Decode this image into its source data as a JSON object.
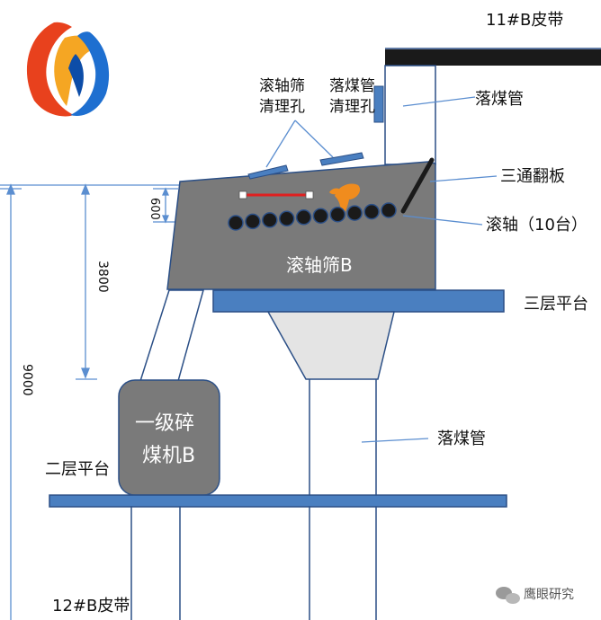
{
  "labels": {
    "belt_top": "11#B皮带",
    "chute_top": "落煤管",
    "cleanout_roller_line1": "滚轴筛",
    "cleanout_roller_line2": "清理孔",
    "cleanout_chute_line1": "落煤管",
    "cleanout_chute_line2": "清理孔",
    "three_way_flap": "三通翻板",
    "rollers": "滚轴（10台）",
    "screen": "滚轴筛B",
    "floor3": "三层平台",
    "crusher_line1": "一级碎",
    "crusher_line2": "煤机B",
    "floor2": "二层平台",
    "chute_bottom": "落煤管",
    "belt_bottom": "12#B皮带",
    "watermark": "鹰眼研究"
  },
  "dimensions": {
    "dim_600": "600",
    "dim_3800": "3800",
    "dim_9000": "9000"
  },
  "components": {
    "roller_count": 10
  },
  "colors": {
    "machine_gray": "#7a7a7a",
    "platform_blue": "#4a7fc0",
    "outline": "#2b4f86",
    "dim_line": "#5b8ed0",
    "belt_black": "#1a1a1a",
    "hopper_fill": "#e4e4e4",
    "orange": "#f08c1e",
    "red_bar": "#e02020"
  },
  "icons": {
    "logo": "phoenix-logo-icon",
    "wechat": "wechat-icon"
  }
}
